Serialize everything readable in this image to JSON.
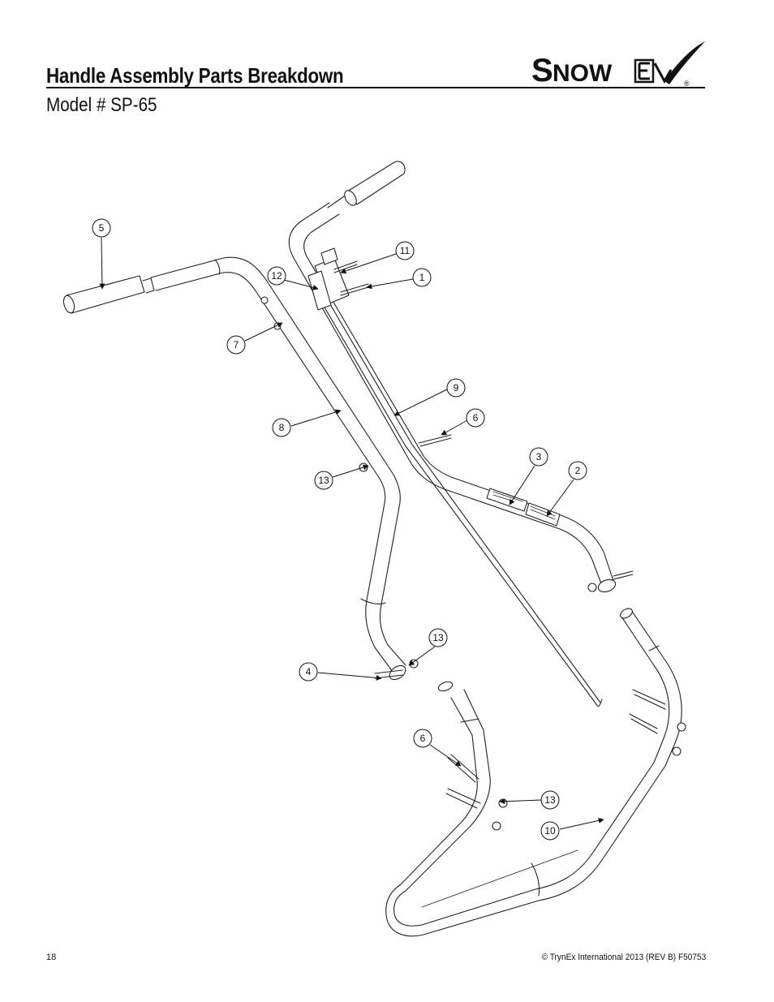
{
  "header": {
    "title": "Handle Assembly Parts Breakdown",
    "subtitle": "Model # SP-65",
    "logo_text": "SnowEx",
    "logo_registered": "®"
  },
  "callouts": [
    {
      "id": "c5",
      "label": "5"
    },
    {
      "id": "c11",
      "label": "11"
    },
    {
      "id": "c12",
      "label": "12"
    },
    {
      "id": "c1",
      "label": "1"
    },
    {
      "id": "c7",
      "label": "7"
    },
    {
      "id": "c9",
      "label": "9"
    },
    {
      "id": "c8",
      "label": "8"
    },
    {
      "id": "c6a",
      "label": "6"
    },
    {
      "id": "c3",
      "label": "3"
    },
    {
      "id": "c2",
      "label": "2"
    },
    {
      "id": "c13a",
      "label": "13"
    },
    {
      "id": "c13b",
      "label": "13"
    },
    {
      "id": "c4",
      "label": "4"
    },
    {
      "id": "c6b",
      "label": "6"
    },
    {
      "id": "c13c",
      "label": "13"
    },
    {
      "id": "c10",
      "label": "10"
    }
  ],
  "footer": {
    "page_number": "18",
    "copyright": "© TrynEx International 2013 (REV B) F50753"
  },
  "colors": {
    "ink": "#111111",
    "background": "#ffffff"
  }
}
